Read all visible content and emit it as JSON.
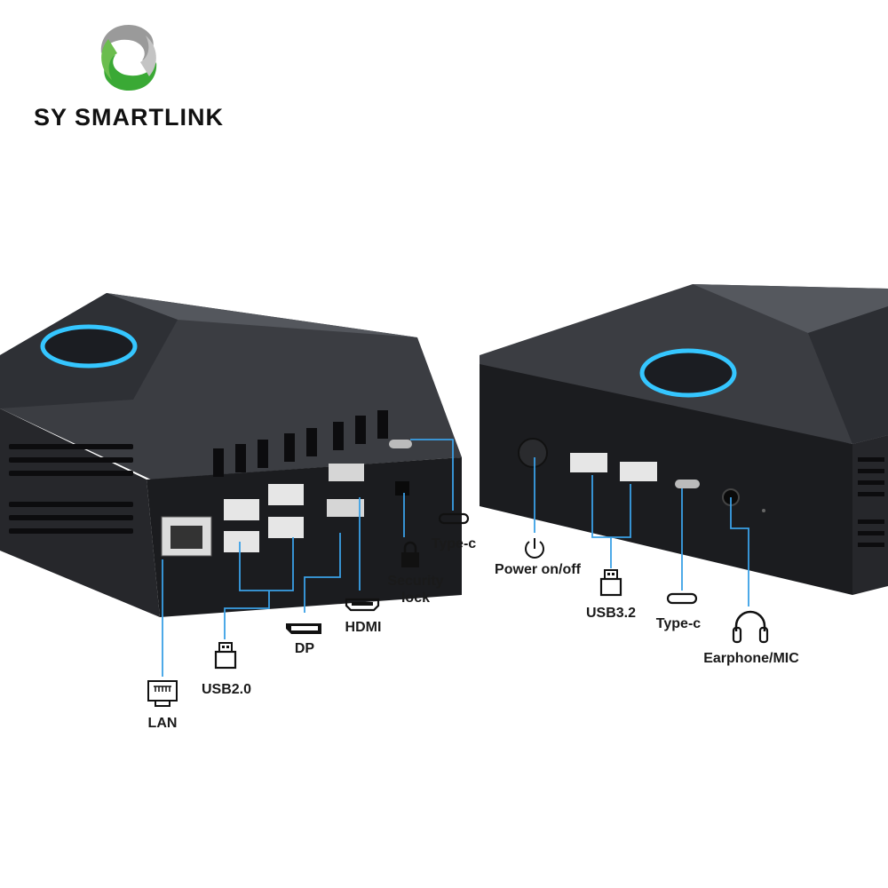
{
  "brand": {
    "name": "SY SMARTLINK",
    "colors": {
      "green": "#3aa935",
      "silver": "#9a9a9a",
      "text": "#111111"
    }
  },
  "left_device": {
    "ports": [
      {
        "id": "lan",
        "label": "LAN",
        "icon": "ethernet-icon"
      },
      {
        "id": "usb2",
        "label": "USB2.0",
        "icon": "usb-icon"
      },
      {
        "id": "dp",
        "label": "DP",
        "icon": "displayport-icon"
      },
      {
        "id": "hdmi",
        "label": "HDMI",
        "icon": "hdmi-icon"
      },
      {
        "id": "security",
        "label_line1": "Security",
        "label_line2": "lock",
        "icon": "padlock-icon"
      },
      {
        "id": "typec",
        "label": "Type-c",
        "icon": "type-c-icon"
      }
    ]
  },
  "right_device": {
    "ports": [
      {
        "id": "power",
        "label": "Power on/off",
        "icon": "power-icon"
      },
      {
        "id": "usb32",
        "label": "USB3.2",
        "icon": "usb-icon"
      },
      {
        "id": "typec",
        "label": "Type-c",
        "icon": "type-c-icon"
      },
      {
        "id": "audio",
        "label": "Earphone/MIC",
        "icon": "headphones-icon"
      }
    ]
  },
  "colors": {
    "device_body": "#1c1d20",
    "device_top": "#3c3e43",
    "glow_ring": "#35c6ff",
    "callout_line": "#3aa0e6"
  }
}
